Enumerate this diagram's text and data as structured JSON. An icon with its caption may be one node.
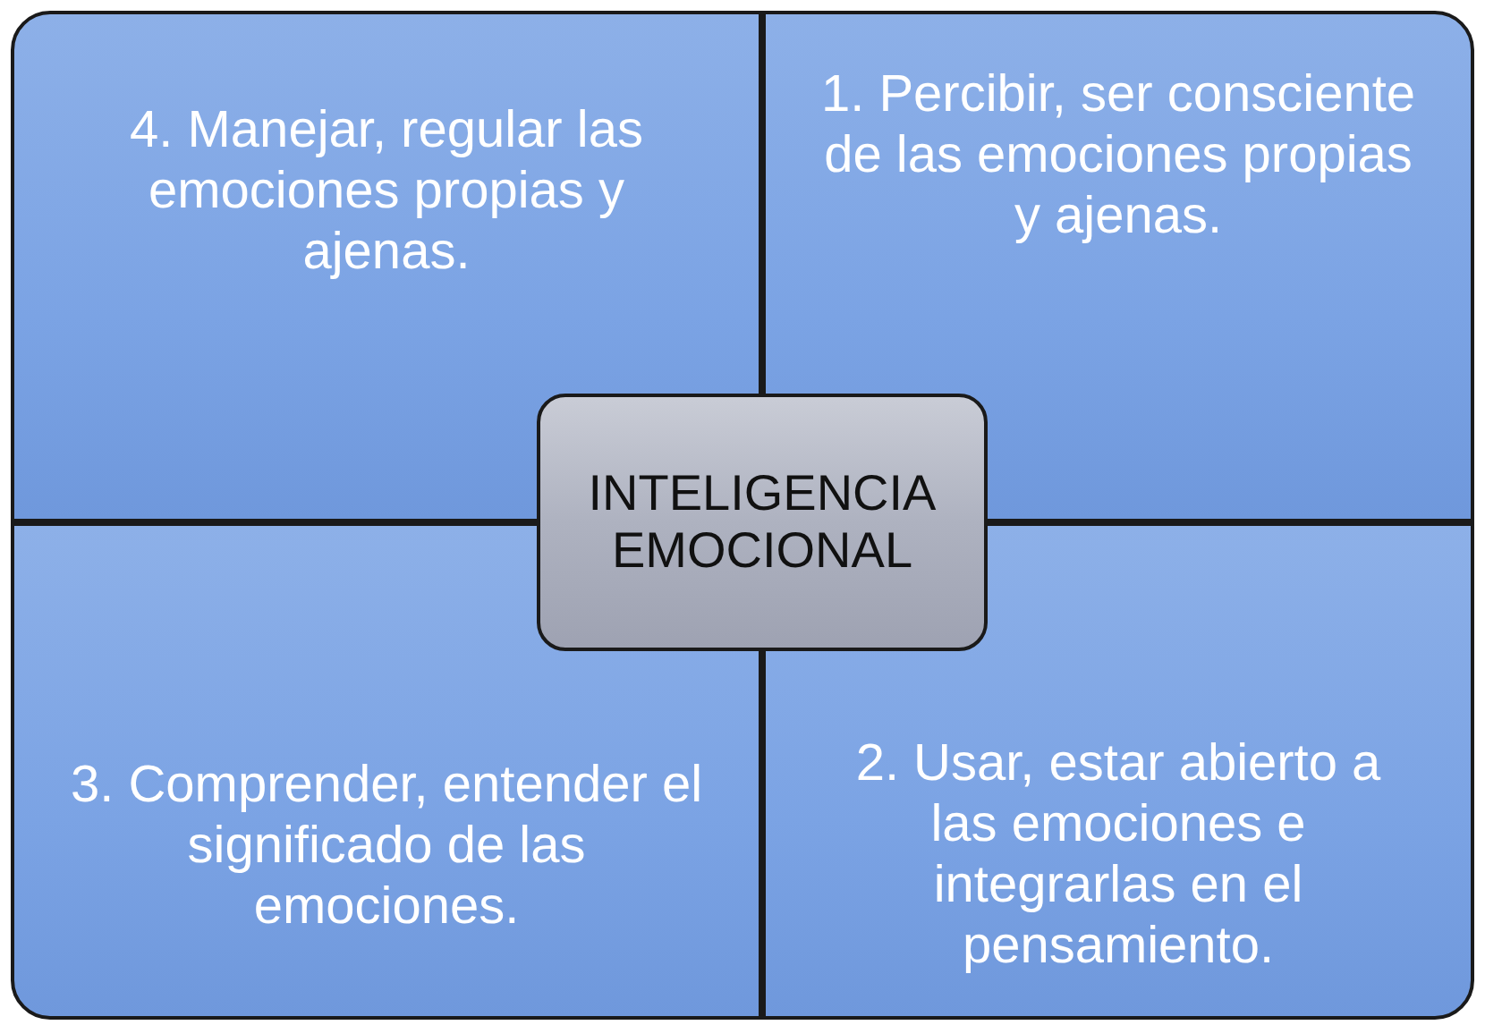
{
  "diagram": {
    "nodes": [
      {
        "text": [
          "4. Manejar, regular las emociones propias y ajenas."
        ]
      },
      {
        "text": [
          "1. Percibir, ser consciente de las emociones propias y ajenas."
        ]
      },
      {
        "text": [
          "INTELIGENCIA EMOCIONAL"
        ]
      },
      {
        "text": [
          "3. Comprender, entender el significado de las emociones."
        ]
      },
      {
        "text": [
          "2. Usar, estar abierto a las emociones e integrarlas en el pensamiento."
        ]
      }
    ]
  }
}
